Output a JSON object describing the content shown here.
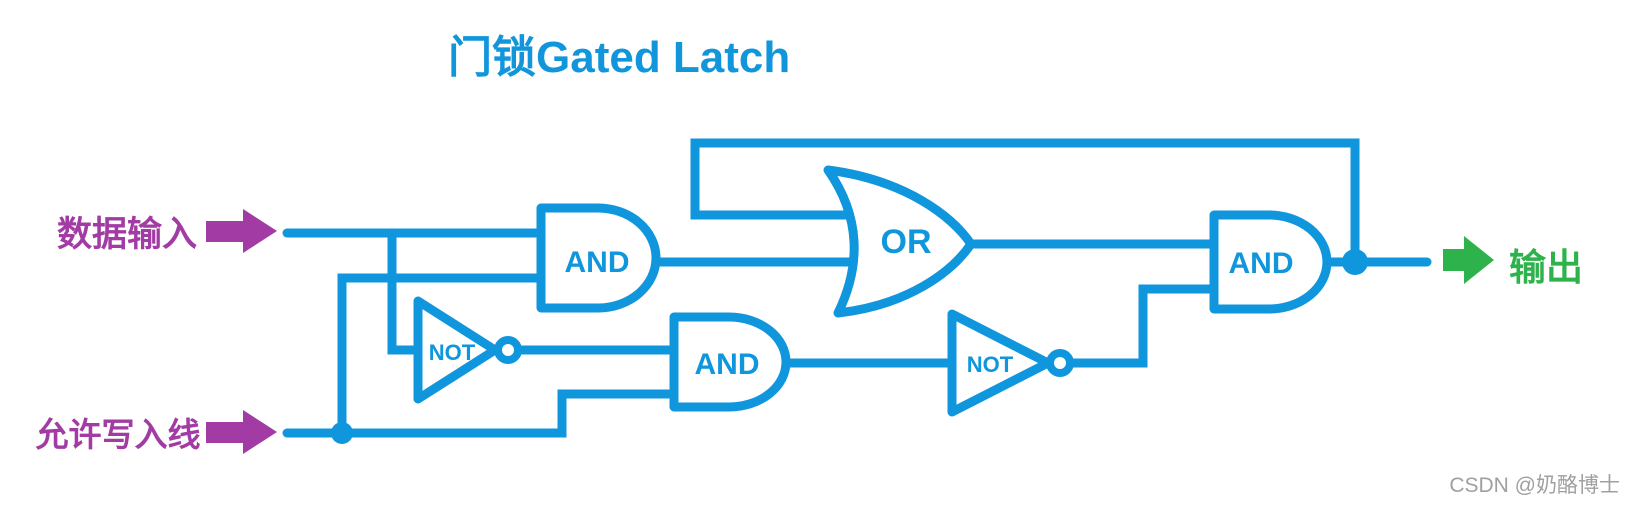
{
  "title": "门锁Gated Latch",
  "labels": {
    "data_input": "数据输入",
    "write_enable": "允许写入线",
    "output": "输出"
  },
  "gates": {
    "and_top": "AND",
    "and_middle": "AND",
    "and_right": "AND",
    "or_gate": "OR",
    "not_left": "NOT",
    "not_right": "NOT"
  },
  "watermark": "CSDN @奶酪博士",
  "icons": {
    "data_input_arrow": "right-block-arrow",
    "write_enable_arrow": "right-block-arrow",
    "output_arrow": "right-block-arrow"
  },
  "colors": {
    "wire_blue": "#1096dd",
    "title_blue": "#1296db",
    "label_purple": "#a23ba3",
    "output_green": "#2eb34c",
    "watermark_gray": "#9fa0a2",
    "background": "#ffffff"
  }
}
